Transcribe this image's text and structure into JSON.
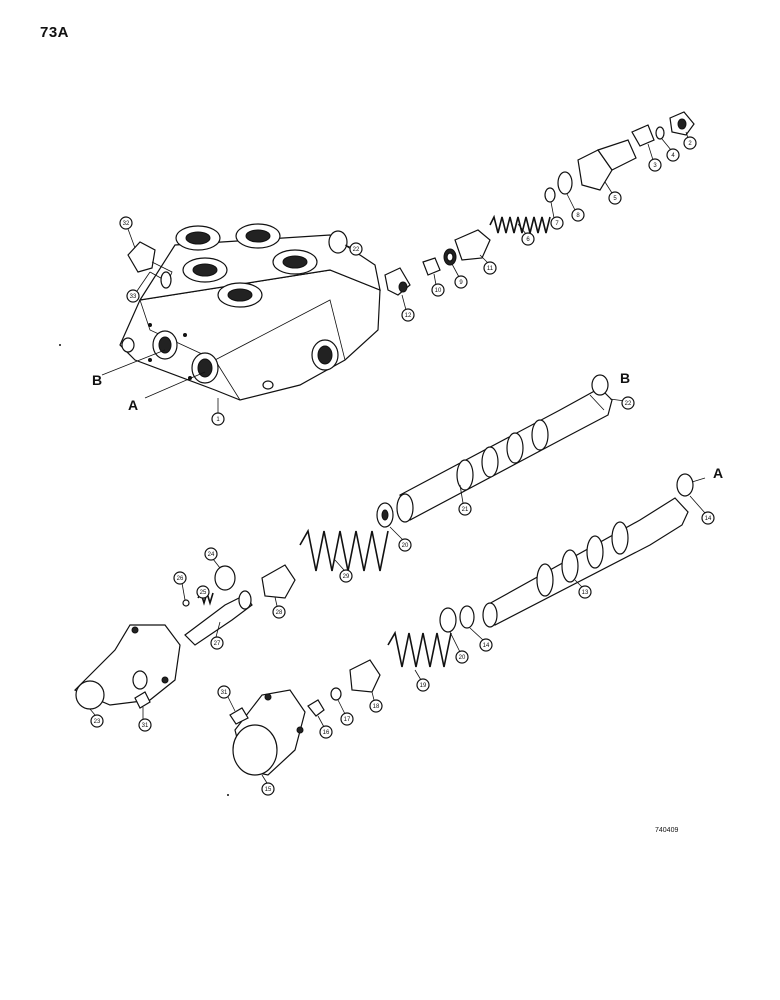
{
  "page_number": "73A",
  "drawing_code": "740409",
  "letters": {
    "b": "B",
    "a": "A"
  },
  "callouts": {
    "c1": "1",
    "c2": "2",
    "c3": "3",
    "c4": "4",
    "c5": "5",
    "c6": "6",
    "c7": "7",
    "c8": "8",
    "c9": "9",
    "c10": "10",
    "c11": "11",
    "c12": "12",
    "c13": "13",
    "c14a": "14",
    "c14b": "14",
    "c15": "15",
    "c16": "16",
    "c17": "17",
    "c18": "18",
    "c19": "19",
    "c20a": "20",
    "c20b": "20",
    "c21": "21",
    "c22a": "22",
    "c22b": "22",
    "c23": "23",
    "c24": "24",
    "c25": "25",
    "c26": "26",
    "c27": "27",
    "c28": "28",
    "c29": "29",
    "c31a": "31",
    "c31b": "31",
    "c32": "32",
    "c33": "33"
  }
}
